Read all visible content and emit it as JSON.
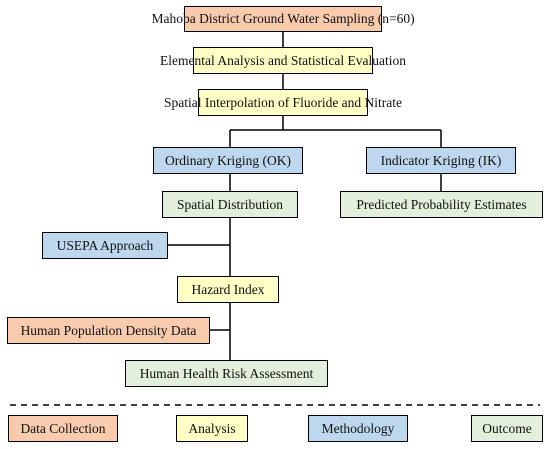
{
  "diagram": {
    "nodes": {
      "sampling": "Mahoba District Ground Water Sampling (n=60)",
      "elemental": "Elemental Analysis and Statistical Evaluation",
      "spatial_interp": "Spatial Interpolation of Fluoride and Nitrate",
      "ok": "Ordinary Kriging (OK)",
      "ik": "Indicator Kriging (IK)",
      "spatial_dist": "Spatial Distribution",
      "predicted": "Predicted Probability Estimates",
      "usepa": "USEPA Approach",
      "hazard": "Hazard Index",
      "population": "Human Population Density Data",
      "risk": "Human Health Risk Assessment"
    },
    "legend": {
      "data_collection": "Data Collection",
      "analysis": "Analysis",
      "methodology": "Methodology",
      "outcome": "Outcome"
    },
    "colors": {
      "data_collection": "#F8CBAD",
      "analysis": "#FFFFC5",
      "methodology": "#BDD7EE",
      "outcome": "#E2EFDA"
    }
  }
}
